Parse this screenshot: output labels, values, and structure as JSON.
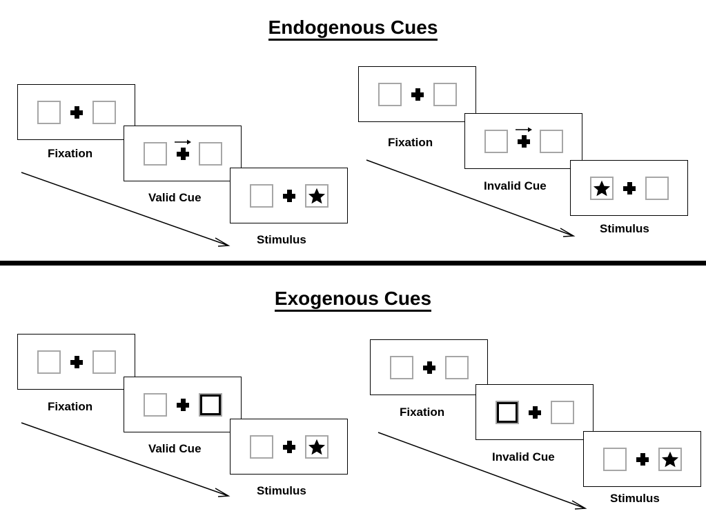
{
  "figure": {
    "sections": [
      {
        "id": "endogenous",
        "title": "Endogenous Cues",
        "cue_type": "central arrow",
        "sequences": [
          {
            "id": "endogenous-valid",
            "validity": "valid",
            "panels": [
              {
                "id": "fixation",
                "label": "Fixation",
                "cue": "none",
                "cue_side": "none",
                "target_side": "none"
              },
              {
                "id": "cue",
                "label": "Valid Cue",
                "cue": "arrow-right",
                "cue_side": "right",
                "target_side": "none"
              },
              {
                "id": "stimulus",
                "label": "Stimulus",
                "cue": "none",
                "cue_side": "none",
                "target_side": "right"
              }
            ]
          },
          {
            "id": "endogenous-invalid",
            "validity": "invalid",
            "panels": [
              {
                "id": "fixation",
                "label": "Fixation",
                "cue": "none",
                "cue_side": "none",
                "target_side": "none"
              },
              {
                "id": "cue",
                "label": "Invalid Cue",
                "cue": "arrow-right",
                "cue_side": "right",
                "target_side": "none"
              },
              {
                "id": "stimulus",
                "label": "Stimulus",
                "cue": "none",
                "cue_side": "none",
                "target_side": "left"
              }
            ]
          }
        ]
      },
      {
        "id": "exogenous",
        "title": "Exogenous Cues",
        "cue_type": "peripheral box flash",
        "sequences": [
          {
            "id": "exogenous-valid",
            "validity": "valid",
            "panels": [
              {
                "id": "fixation",
                "label": "Fixation",
                "cue": "none",
                "cue_side": "none",
                "target_side": "none"
              },
              {
                "id": "cue",
                "label": "Valid Cue",
                "cue": "box-bold",
                "cue_side": "right",
                "target_side": "none"
              },
              {
                "id": "stimulus",
                "label": "Stimulus",
                "cue": "none",
                "cue_side": "none",
                "target_side": "right"
              }
            ]
          },
          {
            "id": "exogenous-invalid",
            "validity": "invalid",
            "panels": [
              {
                "id": "fixation",
                "label": "Fixation",
                "cue": "none",
                "cue_side": "none",
                "target_side": "none"
              },
              {
                "id": "cue",
                "label": "Invalid Cue",
                "cue": "box-bold",
                "cue_side": "left",
                "target_side": "none"
              },
              {
                "id": "stimulus",
                "label": "Stimulus",
                "cue": "none",
                "cue_side": "none",
                "target_side": "right"
              }
            ]
          }
        ]
      }
    ],
    "colors": {
      "stroke": "#000000",
      "box_border": "#a6a6a6",
      "background": "#ffffff"
    }
  }
}
